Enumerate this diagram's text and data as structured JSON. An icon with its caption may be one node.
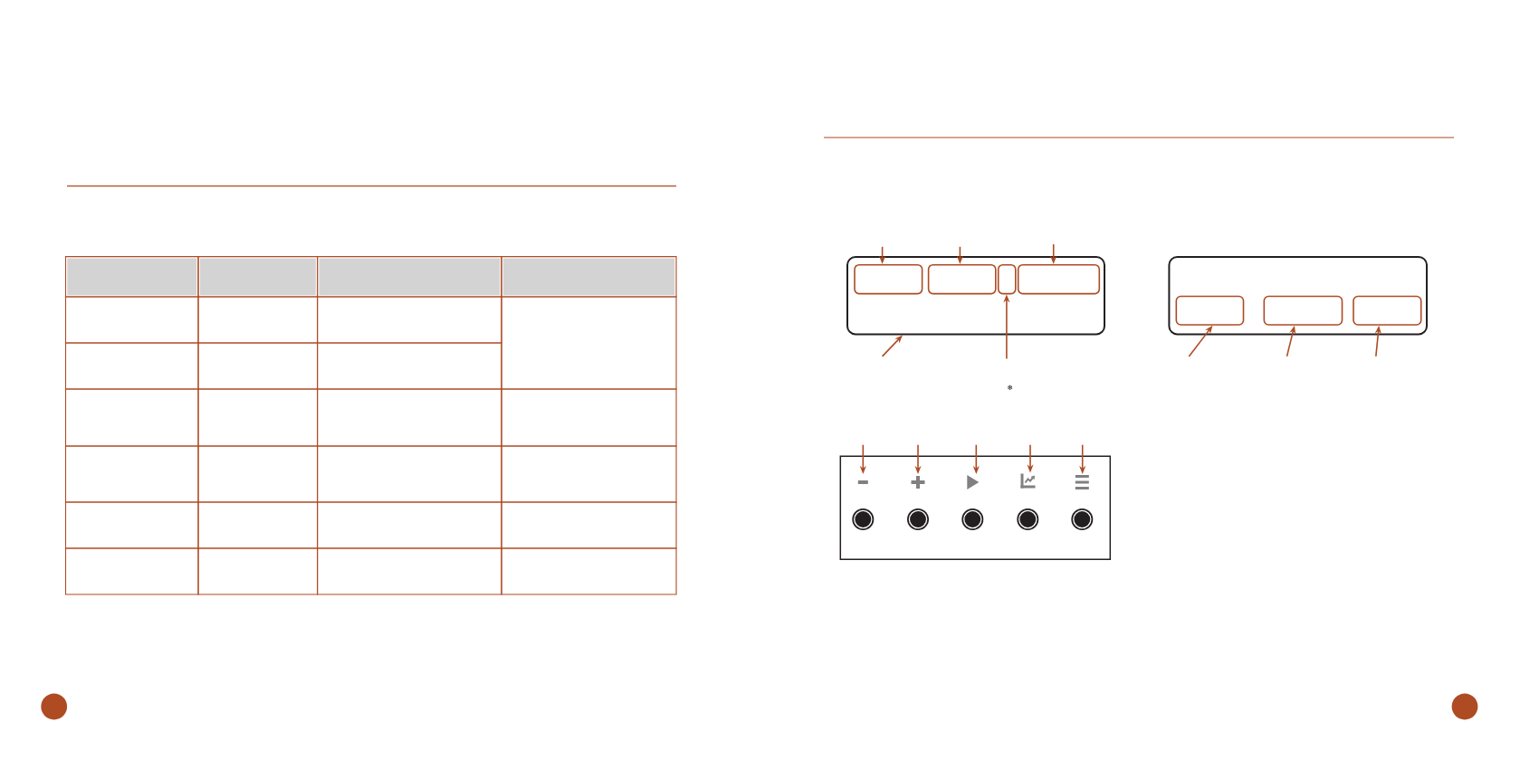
{
  "diagram": {
    "nodes": [
      {
        "text": [],
        "shape": "box"
      },
      {
        "text": [],
        "shape": "box",
        "in": 0
      },
      {
        "text": [],
        "shape": "box",
        "in": 0
      },
      {
        "text": [],
        "shape": "box",
        "in": 0
      },
      {
        "text": [],
        "shape": "box",
        "in": 0
      },
      {
        "text": [],
        "shape": "box"
      },
      {
        "text": [],
        "shape": "box",
        "in": 5
      },
      {
        "text": [],
        "shape": "box",
        "in": 5
      },
      {
        "text": [],
        "shape": "box",
        "in": 5
      },
      {
        "text": [],
        "shape": "box"
      },
      {
        "text": [],
        "shape": "minus",
        "in": 9
      },
      {
        "text": [],
        "shape": "plus",
        "in": 9
      },
      {
        "text": [],
        "shape": "triangle",
        "in": 9
      },
      {
        "text": [],
        "shape": "chart",
        "in": 9
      },
      {
        "text": [],
        "shape": "menu",
        "in": 9
      }
    ],
    "edges": [
      {
        "from": null,
        "to": 1,
        "arrow": "to"
      },
      {
        "from": null,
        "to": 2,
        "arrow": "to"
      },
      {
        "from": null,
        "to": 4,
        "arrow": "to"
      },
      {
        "from": null,
        "to": 3,
        "arrow": "to"
      },
      {
        "from": null,
        "to": 0,
        "arrow": "to"
      },
      {
        "from": null,
        "to": 6,
        "arrow": "to"
      },
      {
        "from": null,
        "to": 7,
        "arrow": "to"
      },
      {
        "from": null,
        "to": 8,
        "arrow": "to"
      },
      {
        "from": null,
        "to": 10,
        "arrow": "to"
      },
      {
        "from": null,
        "to": 11,
        "arrow": "to"
      },
      {
        "from": null,
        "to": 12,
        "arrow": "to"
      },
      {
        "from": null,
        "to": 13,
        "arrow": "to"
      },
      {
        "from": null,
        "to": 14,
        "arrow": "to"
      }
    ],
    "labels": [
      "❄"
    ]
  }
}
